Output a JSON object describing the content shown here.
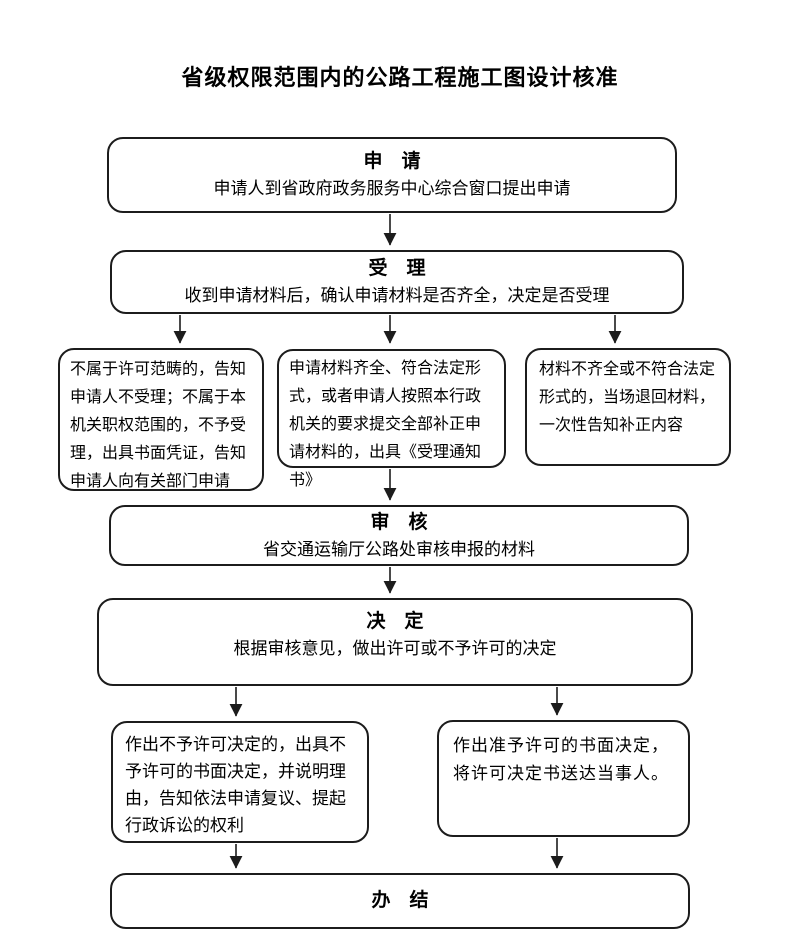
{
  "page": {
    "title": "省级权限范围内的公路工程施工图设计核准"
  },
  "flowchart": {
    "apply": {
      "title": "申　请",
      "subtitle": "申请人到省政府政务服务中心综合窗口提出申请"
    },
    "accept": {
      "title": "受　理",
      "subtitle": "收到申请材料后，确认申请材料是否齐全，决定是否受理"
    },
    "branch_left": {
      "text": "不属于许可范畴的，告知申请人不受理；不属于本机关职权范围的，不予受理，出具书面凭证，告知申请人向有关部门申请"
    },
    "branch_middle": {
      "text": "申请材料齐全、符合法定形式，或者申请人按照本行政机关的要求提交全部补正申请材料的，出具《受理通知书》"
    },
    "branch_right": {
      "text": "材料不齐全或不符合法定形式的，当场退回材料，一次性告知补正内容"
    },
    "review": {
      "title": "审　核",
      "subtitle": "省交通运输厅公路处审核申报的材料"
    },
    "decision": {
      "title": "决　定",
      "subtitle": "根据审核意见，做出许可或不予许可的决定"
    },
    "deny": {
      "text": "作出不予许可决定的，出具不予许可的书面决定，并说明理由，告知依法申请复议、提起行政诉讼的权利"
    },
    "grant": {
      "text": "作出准予许可的书面决定，将许可决定书送达当事人。"
    },
    "complete": {
      "title": "办　结"
    }
  },
  "colors": {
    "border": "#1c1c1c",
    "text": "#000000",
    "background": "#ffffff"
  }
}
